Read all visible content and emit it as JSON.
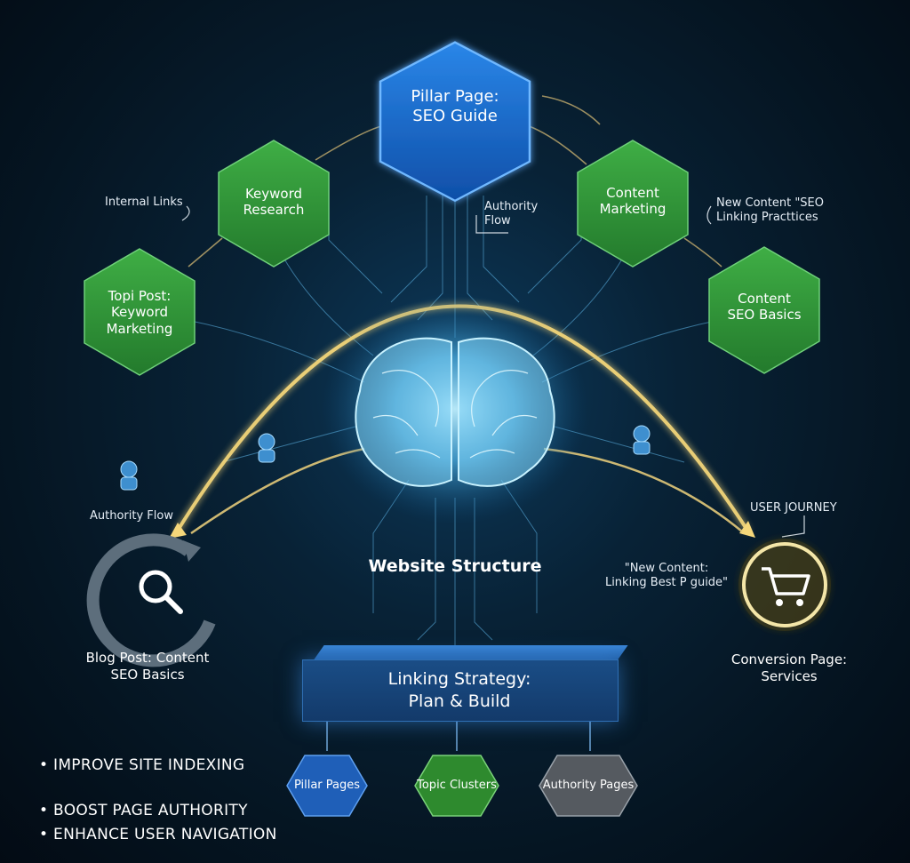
{
  "nodes": {
    "pillar": [
      "Pillar Page:",
      "SEO Guide"
    ],
    "keyword_research": [
      "Keyword",
      "Research"
    ],
    "content_marketing": [
      "Content",
      "Marketing"
    ],
    "topic_post": [
      "Topi Post:",
      "Keyword",
      "Marketing"
    ],
    "content_seo_basics": [
      "Content",
      "SEO Basics"
    ]
  },
  "notes": {
    "internal_links": "Internal Links",
    "authority_flow_center": [
      "Authority",
      "Flow"
    ],
    "new_content_top": [
      "New Content \"SEO",
      "Linking Practtices"
    ],
    "authority_flow_left": "Authority Flow",
    "user_journey": "USER JOURNEY",
    "new_content_mid": [
      "\"New Content:",
      "Linking Best P guide\""
    ],
    "website_structure": "Website Structure",
    "blog_post": [
      "Blog Post: Content",
      "SEO Basics"
    ],
    "conversion_page": [
      "Conversion Page:",
      "Services"
    ]
  },
  "strategy": [
    "Linking Strategy:",
    "Plan & Build"
  ],
  "categories": [
    {
      "label": "Pillar Pages",
      "color": "#1f5fb8"
    },
    {
      "label": "Topic Clusters",
      "color": "#2e8a2e"
    },
    {
      "label": "Authority Pages",
      "color": "#555a60"
    }
  ],
  "bullets": [
    "IMPROVE SITE INDEXING",
    "BOOST PAGE AUTHORITY",
    "ENHANCE USER NAVIGATION"
  ],
  "icons": {
    "search": "search-icon",
    "cart": "cart-icon",
    "brain": "brain-icon",
    "robot": "robot-icon"
  },
  "colors": {
    "hex_green": "#2f9a3a",
    "hex_blue": "#1667c7",
    "arc_gold": "#f5d77a",
    "brain_glow": "#6fd0ff"
  }
}
